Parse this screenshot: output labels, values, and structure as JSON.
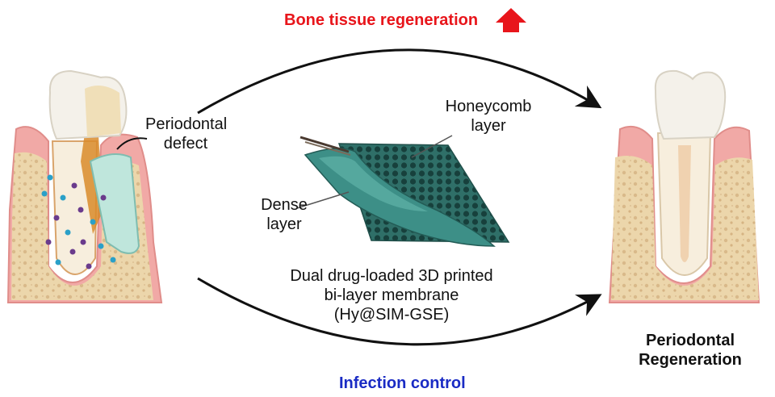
{
  "labels": {
    "top": "Bone tissue regeneration",
    "bottom": "Infection control",
    "defect_line1": "Periodontal",
    "defect_line2": "defect",
    "honey_line1": "Honeycomb",
    "honey_line2": "layer",
    "dense_line1": "Dense",
    "dense_line2": "layer",
    "membrane_line1": "Dual drug-loaded 3D printed",
    "membrane_line2": "bi-layer membrane",
    "membrane_line3": "(Hy@SIM-GSE)",
    "result_line1": "Periodontal",
    "result_line2": "Regeneration"
  },
  "colors": {
    "top_label": "#e8151b",
    "bottom_label": "#1a2bc4",
    "gum": "#f1a9a6",
    "bone": "#e9d2a6",
    "membrane": "#3d8f87",
    "tooth": "#f4f1ea"
  },
  "icons": {
    "increase": "up-arrow-icon",
    "particles": "drug-particle-icon"
  }
}
